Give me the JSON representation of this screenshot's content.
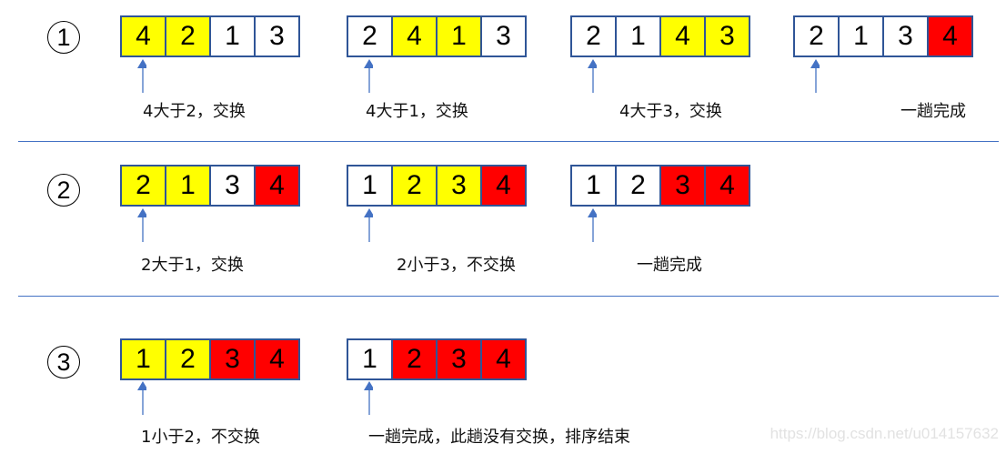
{
  "rows": [
    {
      "marker": "1",
      "steps": [
        {
          "values": [
            "4",
            "2",
            "1",
            "3"
          ],
          "colors": [
            "yellow",
            "yellow",
            "white",
            "white"
          ],
          "caption": "4大于2，交换"
        },
        {
          "values": [
            "2",
            "4",
            "1",
            "3"
          ],
          "colors": [
            "white",
            "yellow",
            "yellow",
            "white"
          ],
          "caption": "4大于1，交换"
        },
        {
          "values": [
            "2",
            "1",
            "4",
            "3"
          ],
          "colors": [
            "white",
            "white",
            "yellow",
            "yellow"
          ],
          "caption": "4大于3，交换"
        },
        {
          "values": [
            "2",
            "1",
            "3",
            "4"
          ],
          "colors": [
            "white",
            "white",
            "white",
            "red"
          ],
          "caption": "一趟完成"
        }
      ]
    },
    {
      "marker": "2",
      "steps": [
        {
          "values": [
            "2",
            "1",
            "3",
            "4"
          ],
          "colors": [
            "yellow",
            "yellow",
            "white",
            "red"
          ],
          "caption": "2大于1，交换"
        },
        {
          "values": [
            "1",
            "2",
            "3",
            "4"
          ],
          "colors": [
            "white",
            "yellow",
            "yellow",
            "red"
          ],
          "caption": "2小于3，不交换"
        },
        {
          "values": [
            "1",
            "2",
            "3",
            "4"
          ],
          "colors": [
            "white",
            "white",
            "red",
            "red"
          ],
          "caption": "一趟完成"
        }
      ]
    },
    {
      "marker": "3",
      "steps": [
        {
          "values": [
            "1",
            "2",
            "3",
            "4"
          ],
          "colors": [
            "yellow",
            "yellow",
            "red",
            "red"
          ],
          "caption": "1小于2，不交换"
        },
        {
          "values": [
            "1",
            "2",
            "3",
            "4"
          ],
          "colors": [
            "white",
            "red",
            "red",
            "red"
          ],
          "caption": "一趟完成，此趟没有交换，排序结束"
        }
      ]
    }
  ],
  "watermark": "https://blog.csdn.net/u014157632",
  "colors": {
    "yellow": "#ffff00",
    "red": "#ff0000",
    "border": "#2f5597",
    "arrow": "#4472c4"
  }
}
